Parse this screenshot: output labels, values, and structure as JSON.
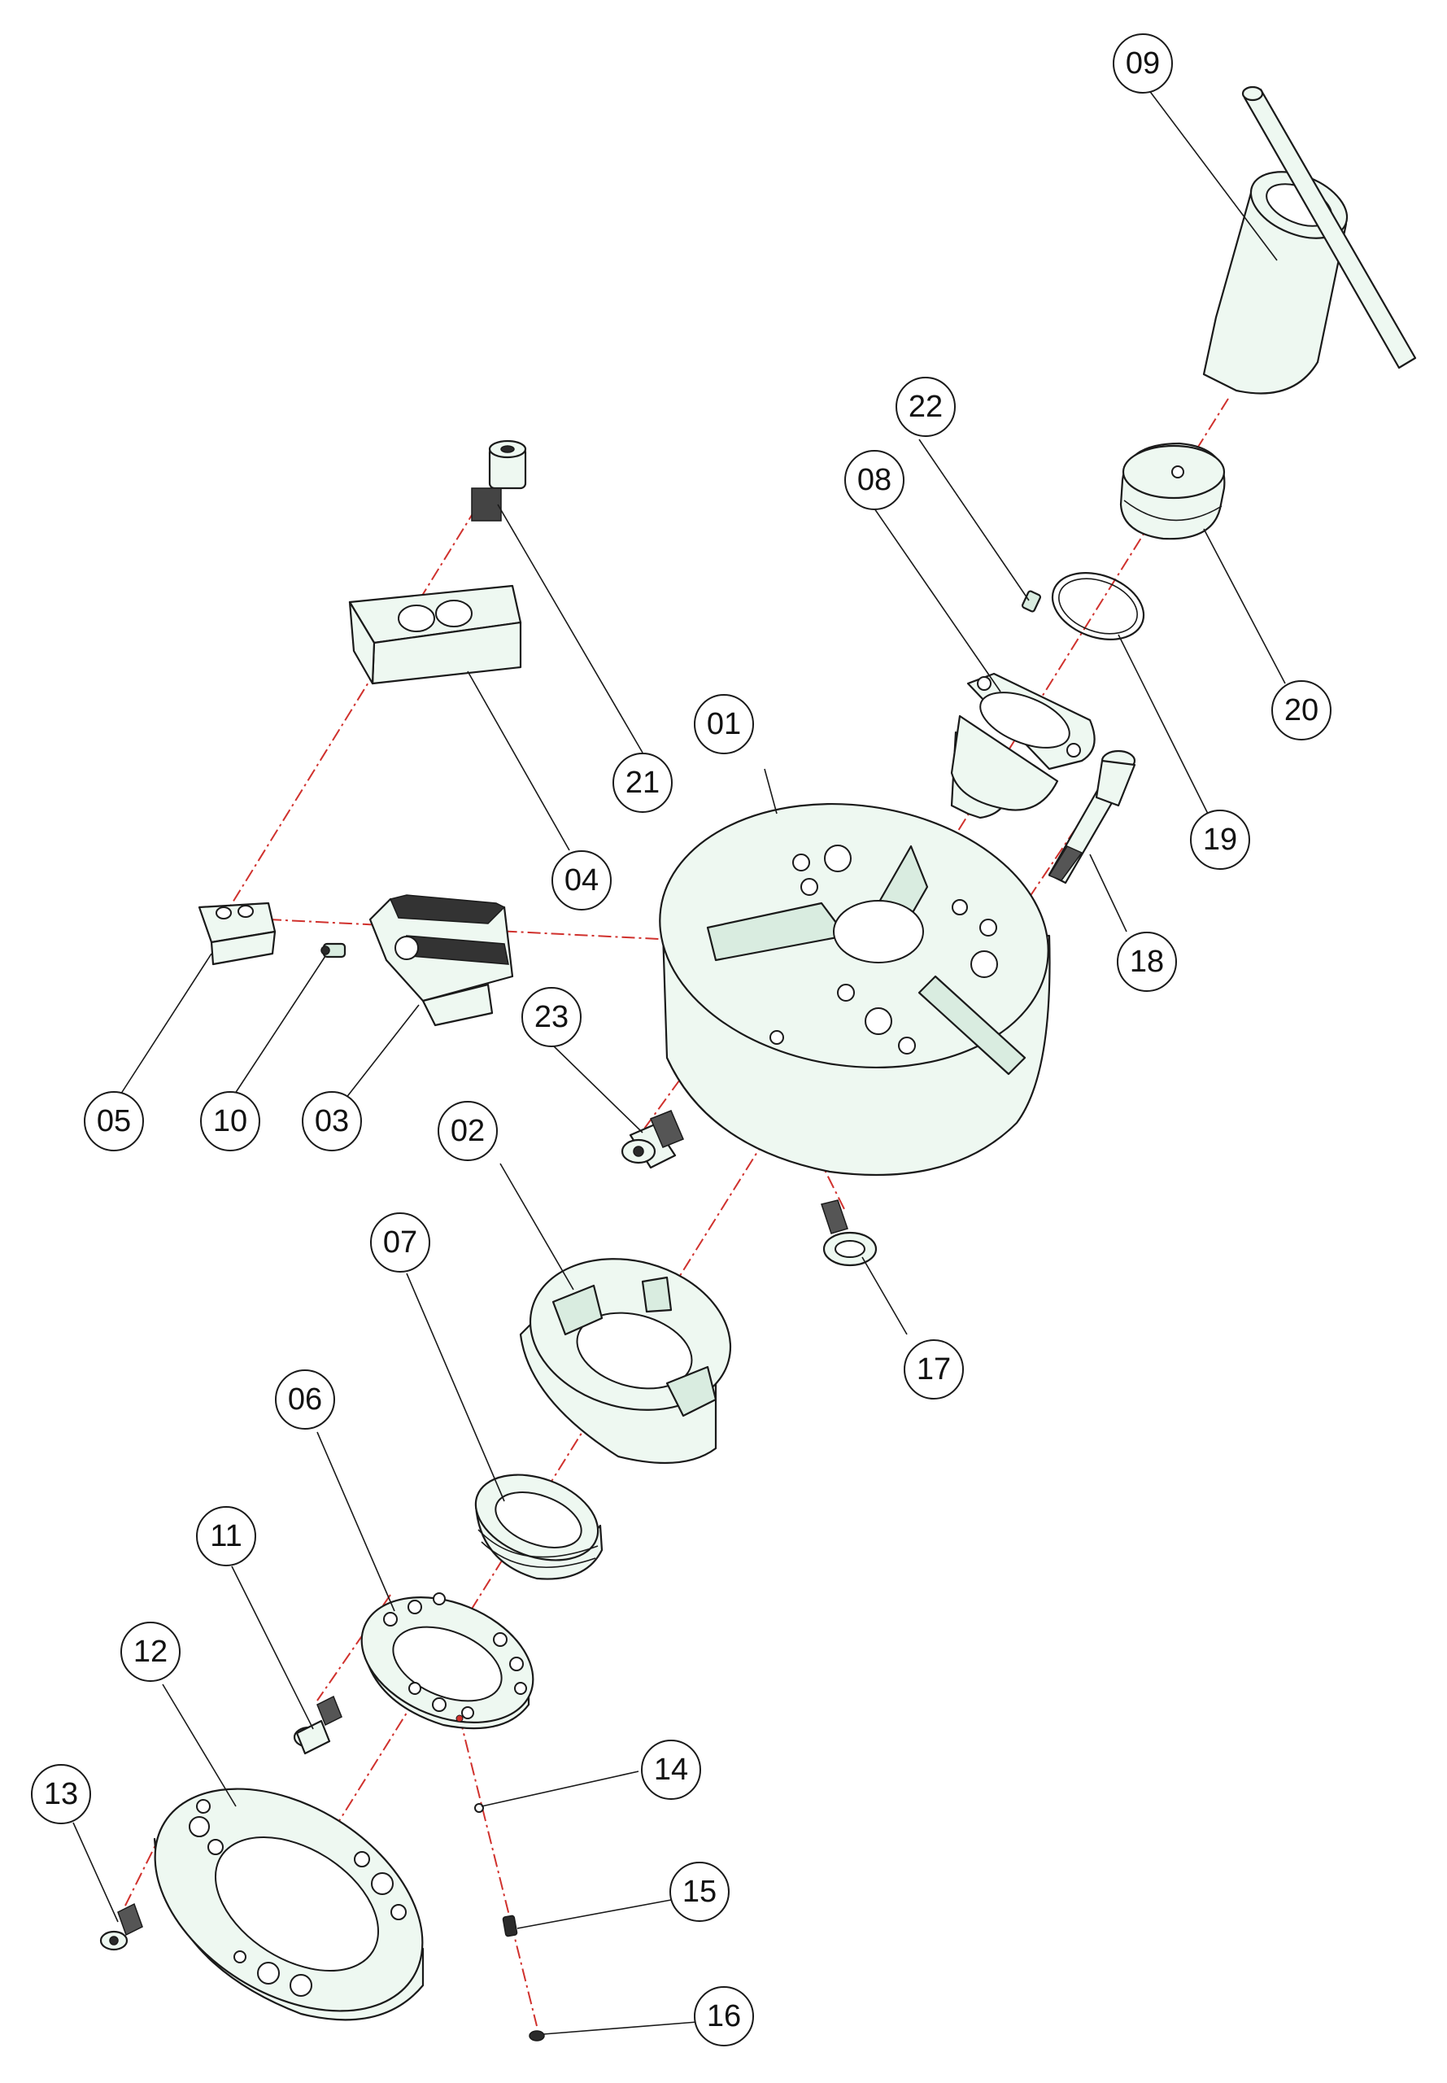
{
  "labels": {
    "p01": "01",
    "p02": "02",
    "p03": "03",
    "p04": "04",
    "p05": "05",
    "p06": "06",
    "p07": "07",
    "p08": "08",
    "p09": "09",
    "p10": "10",
    "p11": "11",
    "p12": "12",
    "p13": "13",
    "p14": "14",
    "p15": "15",
    "p16": "16",
    "p17": "17",
    "p18": "18",
    "p19": "19",
    "p20": "20",
    "p21": "21",
    "p22": "22",
    "p23": "23"
  },
  "colors": {
    "part_fill": "#eef8f1",
    "outline": "#1a1a1a",
    "center_axis": "#d0312d"
  }
}
